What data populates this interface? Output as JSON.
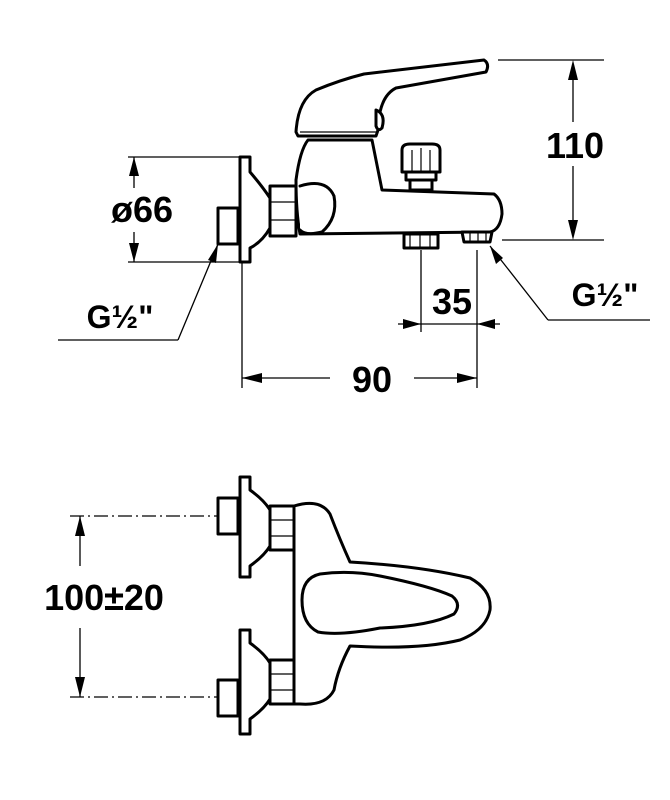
{
  "side_view": {
    "dim_height": "110",
    "dim_diameter": "ø66",
    "dim_outlet_offset": "35",
    "dim_depth": "90",
    "thread_inlet": "G½\"",
    "thread_outlet": "G½\""
  },
  "top_view": {
    "dim_inlet_spacing": "100±20"
  }
}
